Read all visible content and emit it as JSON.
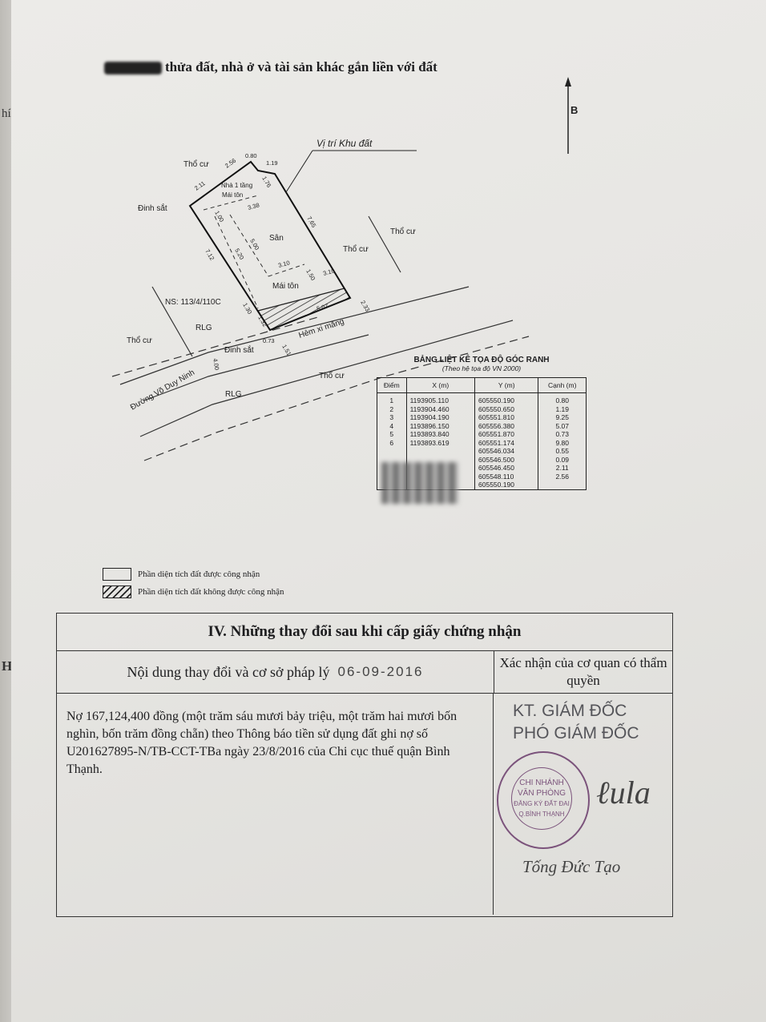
{
  "left_page": {
    "fragments": [
      "hí",
      "H"
    ]
  },
  "title": "thửa đất, nhà ở và tài sản khác gắn liền với đất",
  "north_label": "B",
  "diagram": {
    "location_label": "Vị trí Khu đất",
    "labels": {
      "tho_cu": "Thổ cư",
      "dinh_sat": "Đinh sắt",
      "house": "Nhà 1 tầng",
      "roof_metal": "Mái tôn",
      "yard": "Sân",
      "roof": "Mái tôn",
      "ns": "NS: 113/4/110C",
      "rlg": "RLG",
      "alley": "Hẻm xi măng",
      "road": "Đường Võ Duy Ninh"
    },
    "dims": [
      "2.56",
      "2.11",
      "0.80",
      "1.19",
      "1.76",
      "3.38",
      "1.00",
      "5.00",
      "5.20",
      "7.65",
      "7.12",
      "3.10",
      "1.50",
      "3.10",
      "1.30",
      "1.32",
      "0.73",
      "1.51",
      "5.07",
      "2.33",
      "4.00"
    ]
  },
  "coord_table": {
    "title": "BẢNG LIỆT KÊ TỌA ĐỘ GÓC RANH",
    "subtitle": "(Theo hệ tọa độ VN 2000)",
    "headers": [
      "Điểm",
      "X (m)",
      "Y (m)",
      "Cạnh (m)"
    ],
    "rows": [
      [
        "1",
        "1193905.110",
        "605550.190",
        "0.80"
      ],
      [
        "2",
        "1193904.460",
        "605550.650",
        "1.19"
      ],
      [
        "3",
        "1193904.190",
        "605551.810",
        "9.25"
      ],
      [
        "4",
        "1193896.150",
        "605556.380",
        "5.07"
      ],
      [
        "5",
        "1193893.840",
        "605551.870",
        "0.73"
      ],
      [
        "6",
        "1193893.619",
        "605551.174",
        "9.80"
      ],
      [
        "",
        "",
        "605546.034",
        "0.55"
      ],
      [
        "",
        "",
        "605546.500",
        "0.09"
      ],
      [
        "",
        "",
        "605546.450",
        "2.11"
      ],
      [
        "",
        "",
        "605548.110",
        "2.56"
      ],
      [
        "",
        "",
        "605550.190",
        ""
      ]
    ]
  },
  "legend": [
    {
      "label": "Phần diện tích đất được công nhận"
    },
    {
      "label": "Phần diện tích đất không được công nhận"
    }
  ],
  "section": {
    "heading": "IV. Những thay đổi sau khi cấp giấy chứng nhận",
    "col1_header": "Nội dung thay đổi và cơ sở pháp lý",
    "date_stamp": "06-09-2016",
    "col2_header": "Xác nhận của cơ quan có thẩm quyền",
    "content": "Nợ 167,124,400 đồng (một trăm sáu mươi bảy triệu, một trăm hai mươi bốn nghìn, bốn trăm đồng chẵn) theo Thông báo tiền sử dụng đất ghi nợ số U201627895-N/TB-CCT-TBa ngày 23/8/2016 của Chi cục thuế quận Bình Thạnh.",
    "stamp_text": [
      "CHI NHÁNH",
      "VĂN PHÒNG",
      "ĐĂNG KÝ ĐẤT ĐAI",
      "Q.BÌNH THẠNH"
    ],
    "position_1": "KT. GIÁM ĐỐC",
    "position_2": "PHÓ GIÁM ĐỐC",
    "signer": "Tống Đức Tạo"
  }
}
